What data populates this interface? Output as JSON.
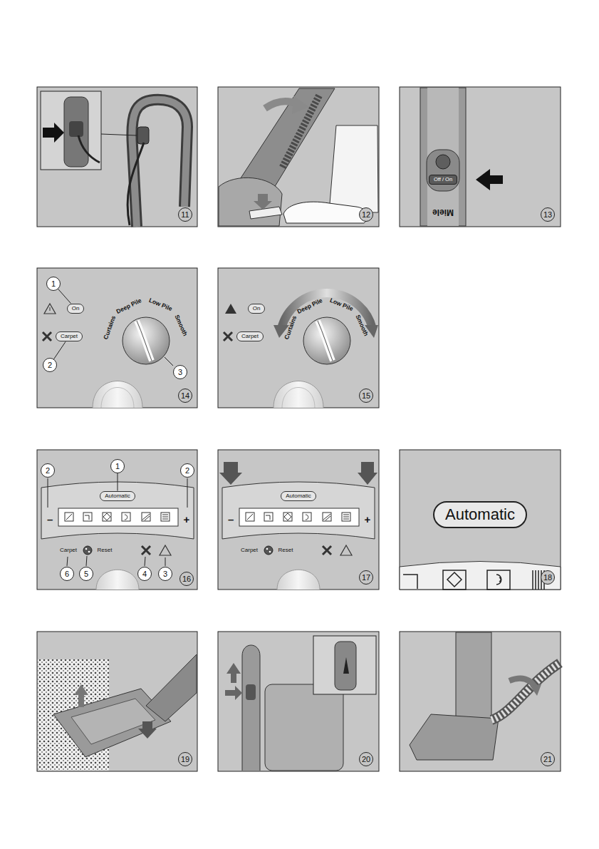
{
  "diagram": {
    "nodes": [
      {
        "text": [
          "11"
        ]
      },
      {
        "text": [
          "12"
        ]
      },
      {
        "text": [
          "Off / On"
        ]
      },
      {
        "text": [
          "13"
        ]
      },
      {
        "text": [
          "1"
        ]
      },
      {
        "text": [
          "On"
        ]
      },
      {
        "text": [
          "2"
        ]
      },
      {
        "text": [
          "Carpet"
        ]
      },
      {
        "text": [
          "3"
        ]
      },
      {
        "text": [
          "14"
        ]
      },
      {
        "text": [
          "On"
        ]
      },
      {
        "text": [
          "Carpet"
        ]
      },
      {
        "text": [
          "15"
        ]
      },
      {
        "text": [
          "1"
        ]
      },
      {
        "text": [
          "Automatic"
        ]
      },
      {
        "text": [
          "2"
        ]
      },
      {
        "text": [
          "2"
        ]
      },
      {
        "text": [
          "6"
        ]
      },
      {
        "text": [
          "5"
        ]
      },
      {
        "text": [
          "4"
        ]
      },
      {
        "text": [
          "3"
        ]
      },
      {
        "text": [
          "16"
        ]
      },
      {
        "text": [
          "Automatic"
        ]
      },
      {
        "text": [
          "17"
        ]
      },
      {
        "text": [
          "Automatic"
        ]
      },
      {
        "text": [
          "18"
        ]
      },
      {
        "text": [
          "19"
        ]
      },
      {
        "text": [
          "20"
        ]
      },
      {
        "text": [
          "21"
        ]
      }
    ],
    "edges": [
      {
        "from": 4,
        "to": 5,
        "arrow": "none"
      },
      {
        "from": 6,
        "to": 7,
        "arrow": "none"
      },
      {
        "from": 13,
        "to": 14,
        "arrow": "none"
      }
    ],
    "labels": [
      "Miele",
      "Curtains",
      "Deep Pile",
      "Low Pile",
      "Smooth",
      "Curtains",
      "Deep Pile",
      "Low Pile",
      "Smooth",
      "–",
      "+",
      "Carpet",
      "Reset",
      "–",
      "+",
      "Carpet",
      "Reset"
    ]
  }
}
